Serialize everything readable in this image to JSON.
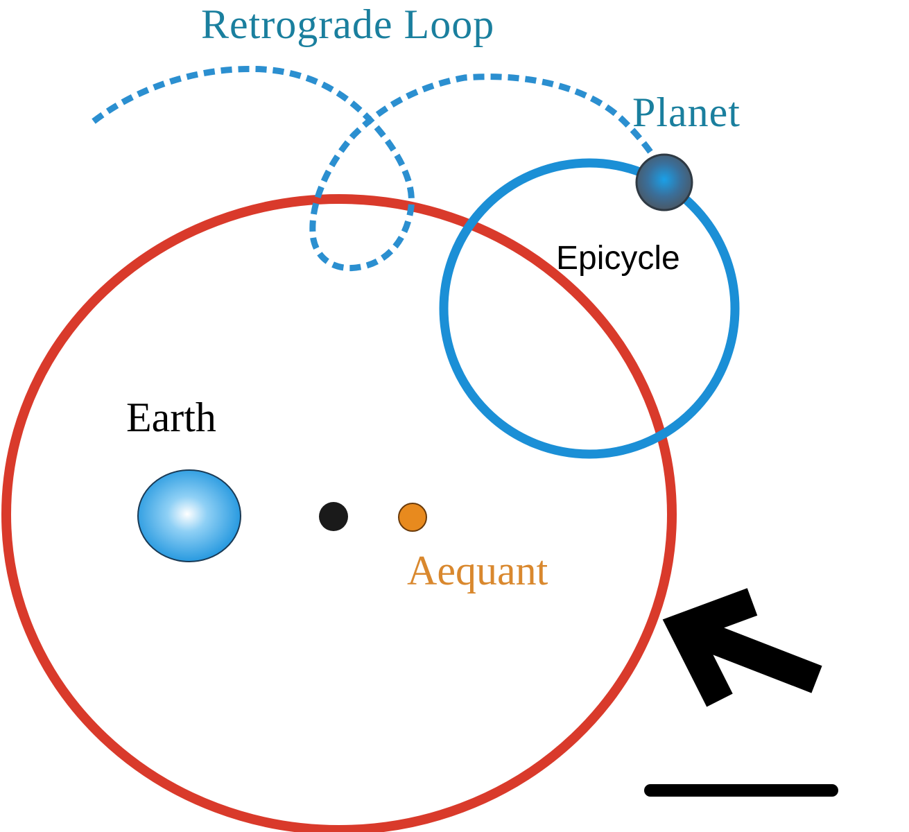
{
  "labels": {
    "retrograde_loop": "Retrograde Loop",
    "planet": "Planet",
    "epicycle": "Epicycle",
    "earth": "Earth",
    "aequant": "Aequant"
  },
  "colors": {
    "deferent": "#d93a2b",
    "epicycle": "#1b8fd6",
    "retrograde_path": "#2b8fd0",
    "retrograde_label": "#1a7f9e",
    "planet_label": "#1a7f9e",
    "earth_fill": "#3aa8e6",
    "center_dot": "#1a1a1a",
    "aequant_dot": "#e88a1e",
    "aequant_label": "#d9882e",
    "arrow": "#000000",
    "text": "#000000"
  },
  "icons": {
    "direction_arrow": "arrow-up-left-icon",
    "scale_bar": "scale-bar"
  }
}
